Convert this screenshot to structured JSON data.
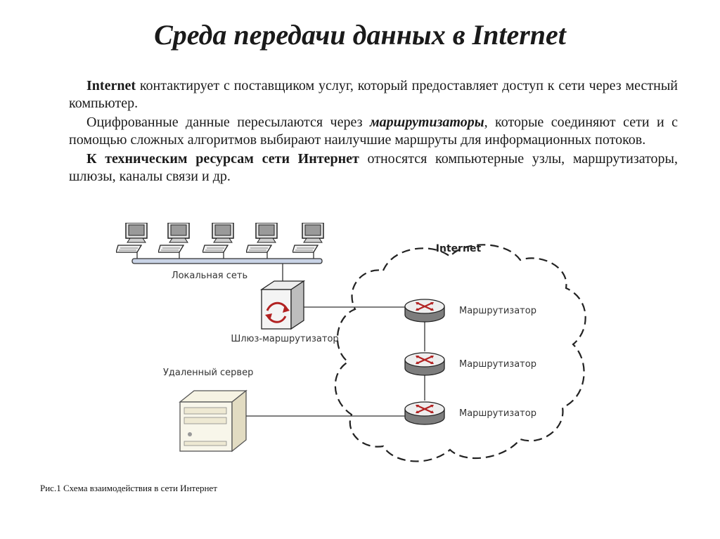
{
  "title": "Среда передачи данных в Internet",
  "paragraphs": [
    {
      "bold_lead": "Internet",
      "text": " контактирует с поставщиком услуг, который предоставляет  доступ к сети через местный компьютер."
    },
    {
      "text_before": "Оцифрованные данные пересылаются через ",
      "emphasis": "маршрутизаторы",
      "text_after": ", которые соединяют сети и с помощью сложных алгоритмов выбирают наилучшие маршруты для информационных потоков."
    },
    {
      "bold_lead": "К техническим ресурсам сети Интернет",
      "text": " относятся компьютерные узлы, маршрутизаторы, шлюзы, каналы связи и др."
    }
  ],
  "diagram": {
    "internet_label": "Internet",
    "lan_label": "Локальная сеть",
    "gateway_label": "Шлюз-маршрутизатор",
    "remote_server_label": "Удаленный сервер",
    "routers": [
      {
        "label": "Маршрутизатор"
      },
      {
        "label": "Маршрутизатор"
      },
      {
        "label": "Маршрутизатор"
      }
    ],
    "icons": [
      "computer-icon",
      "server-icon",
      "router-icon",
      "gateway-icon",
      "cloud-shape"
    ]
  },
  "caption": "Рис.1 Схема взаимодействия в сети Интернет"
}
